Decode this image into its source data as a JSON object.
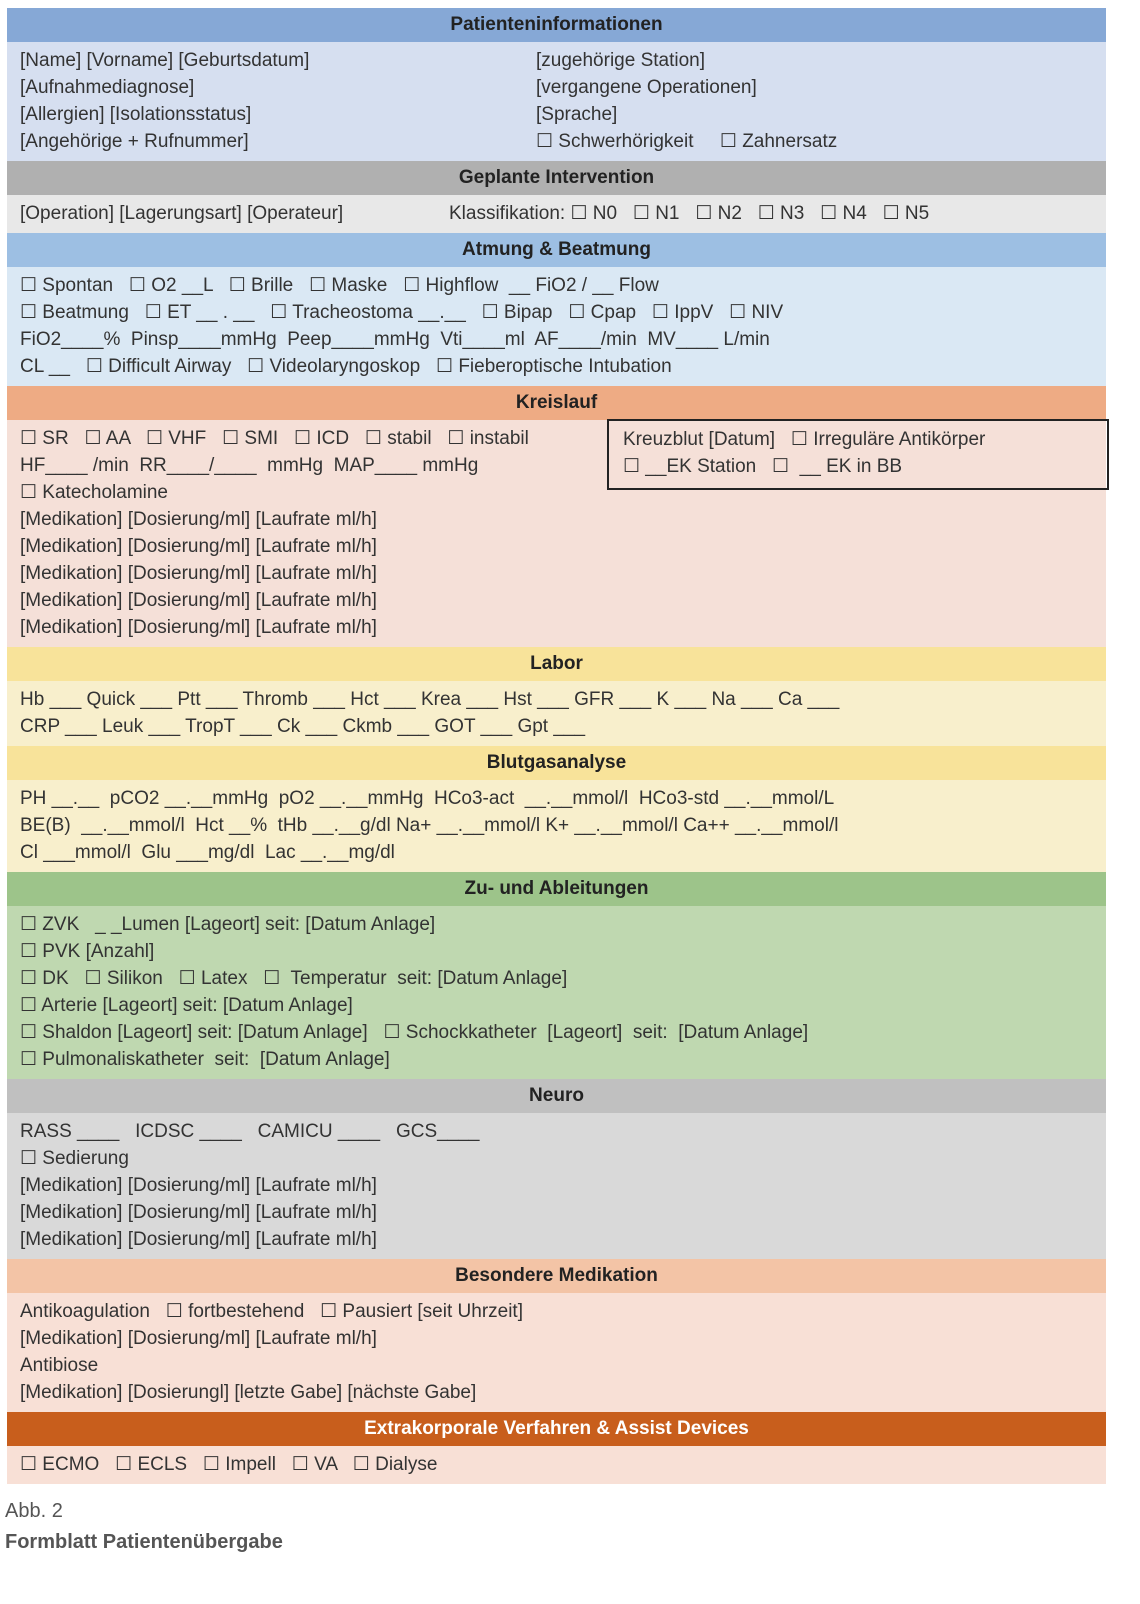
{
  "sections": {
    "patient": {
      "title": "Patienteninformationen",
      "left": [
        "[Name] [Vorname] [Geburtsdatum]",
        "[Aufnahmediagnose]",
        "[Allergien] [Isolationsstatus]",
        "[Angehörige + Rufnummer]"
      ],
      "right": [
        "[zugehörige Station]",
        "[vergangene Operationen]",
        "[Sprache]",
        "☐ Schwerhörigkeit     ☐ Zahnersatz"
      ]
    },
    "intervention": {
      "title": "Geplante Intervention",
      "left": "[Operation] [Lagerungsart] [Operateur]",
      "right": "Klassifikation: ☐ N0   ☐ N1   ☐ N2   ☐ N3   ☐ N4   ☐ N5"
    },
    "atmung": {
      "title": "Atmung & Beatmung",
      "lines": [
        "☐ Spontan   ☐ O2 __L   ☐ Brille   ☐ Maske   ☐ Highflow  __ FiO2 / __ Flow",
        "☐ Beatmung   ☐ ET __ . __   ☐ Tracheostoma __.__   ☐ Bipap   ☐ Cpap   ☐ IppV   ☐ NIV",
        "FiO2____%  Pinsp____mmHg  Peep____mmHg  Vti____ml  AF____/min  MV____ L/min",
        "CL __   ☐ Difficult Airway   ☐ Videolaryngoskop   ☐ Fieberoptische Intubation"
      ]
    },
    "kreislauf": {
      "title": "Kreislauf",
      "lines": [
        "☐ SR   ☐ AA   ☐ VHF   ☐ SMI   ☐ ICD   ☐ stabil   ☐ instabil",
        "HF____ /min  RR____/____  mmHg  MAP____ mmHg",
        "☐ Katecholamine",
        "[Medikation] [Dosierung/ml] [Laufrate ml/h]",
        "[Medikation] [Dosierung/ml] [Laufrate ml/h]",
        "[Medikation] [Dosierung/ml] [Laufrate ml/h]",
        "[Medikation] [Dosierung/ml] [Laufrate ml/h]",
        "[Medikation] [Dosierung/ml] [Laufrate ml/h]"
      ],
      "box": [
        "Kreuzblut [Datum]   ☐ Irreguläre Antikörper",
        "☐ __EK Station   ☐  __ EK in BB"
      ]
    },
    "labor": {
      "title": "Labor",
      "lines": [
        "Hb ___ Quick ___ Ptt ___ Thromb ___ Hct ___ Krea ___ Hst ___ GFR ___ K ___ Na ___ Ca ___",
        "CRP ___ Leuk ___ TropT ___ Ck ___ Ckmb ___ GOT ___ Gpt ___"
      ]
    },
    "bga": {
      "title": "Blutgasanalyse",
      "lines": [
        "PH __.__  pCO2 __.__mmHg  pO2 __.__mmHg  HCo3-act  __.__mmol/l  HCo3-std __.__mmol/L",
        "BE(B)  __.__mmol/l  Hct __%  tHb __.__g/dl Na+ __.__mmol/l K+ __.__mmol/l Ca++ __.__mmol/l",
        "Cl ___mmol/l  Glu ___mg/dl  Lac __.__mg/dl"
      ]
    },
    "zugaenge": {
      "title": "Zu- und Ableitungen",
      "lines": [
        "☐ ZVK   _ _Lumen [Lageort] seit: [Datum Anlage]",
        "☐ PVK [Anzahl]",
        "☐ DK   ☐ Silikon   ☐ Latex   ☐  Temperatur  seit: [Datum Anlage]",
        "☐ Arterie [Lageort] seit: [Datum Anlage]",
        "☐ Shaldon [Lageort] seit: [Datum Anlage]   ☐ Schockkatheter  [Lageort]  seit:  [Datum Anlage]",
        "☐ Pulmonaliskatheter  seit:  [Datum Anlage]"
      ]
    },
    "neuro": {
      "title": "Neuro",
      "lines": [
        "RASS ____   ICDSC ____   CAMICU ____   GCS____",
        "☐ Sedierung",
        "[Medikation] [Dosierung/ml] [Laufrate ml/h]",
        "[Medikation] [Dosierung/ml] [Laufrate ml/h]",
        "[Medikation] [Dosierung/ml] [Laufrate ml/h]"
      ]
    },
    "medikation": {
      "title": "Besondere Medikation",
      "lines": [
        "Antikoagulation   ☐ fortbestehend   ☐ Pausiert [seit Uhrzeit]",
        "[Medikation] [Dosierung/ml] [Laufrate ml/h]",
        "Antibiose",
        "[Medikation] [Dosierungl] [letzte Gabe] [nächste Gabe]"
      ]
    },
    "extra": {
      "title": "Extrakorporale Verfahren & Assist Devices",
      "lines": [
        "☐ ECMO   ☐ ECLS   ☐ Impell   ☐ VA   ☐ Dialyse"
      ]
    }
  },
  "caption": {
    "label": "Abb. 2",
    "title": "Formblatt Patientenübergabe"
  }
}
